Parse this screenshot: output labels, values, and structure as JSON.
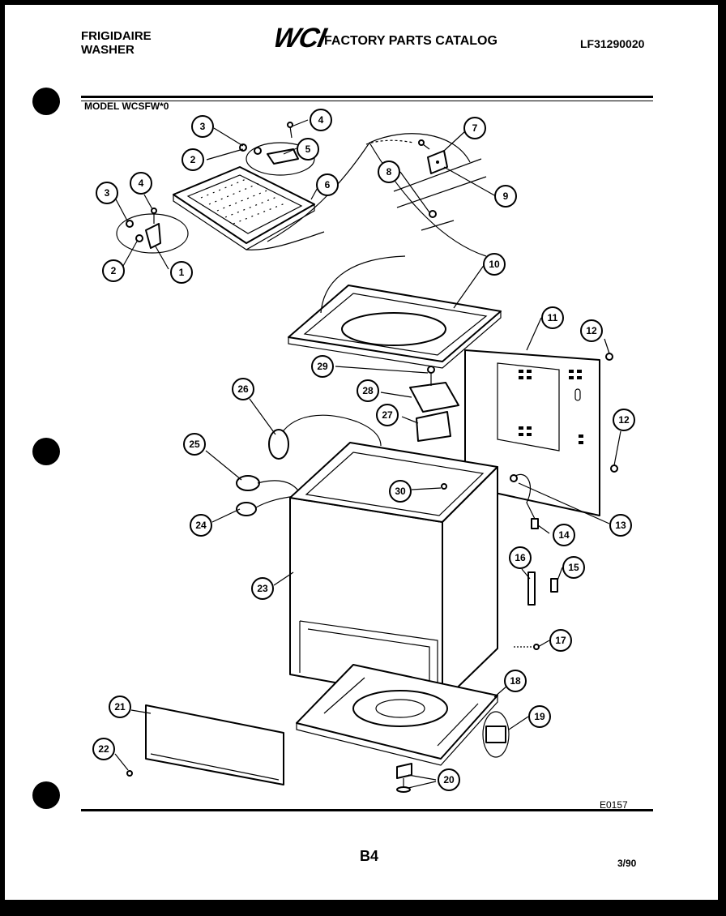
{
  "header": {
    "brand_line1": "FRIGIDAIRE",
    "brand_line2": "WASHER",
    "logo": "WCI",
    "catalog_title": "FACTORY PARTS CATALOG",
    "part_number": "LF31290020"
  },
  "model_label": "MODEL WCSFW*0",
  "callouts": [
    "1",
    "2",
    "3",
    "4",
    "5",
    "6",
    "7",
    "8",
    "9",
    "10",
    "11",
    "12",
    "13",
    "14",
    "15",
    "16",
    "17",
    "18",
    "19",
    "20",
    "21",
    "22",
    "23",
    "24",
    "25",
    "26",
    "27",
    "28",
    "29",
    "30"
  ],
  "footer": {
    "diagram_code": "E0157",
    "page": "B4",
    "date": "3/90"
  }
}
